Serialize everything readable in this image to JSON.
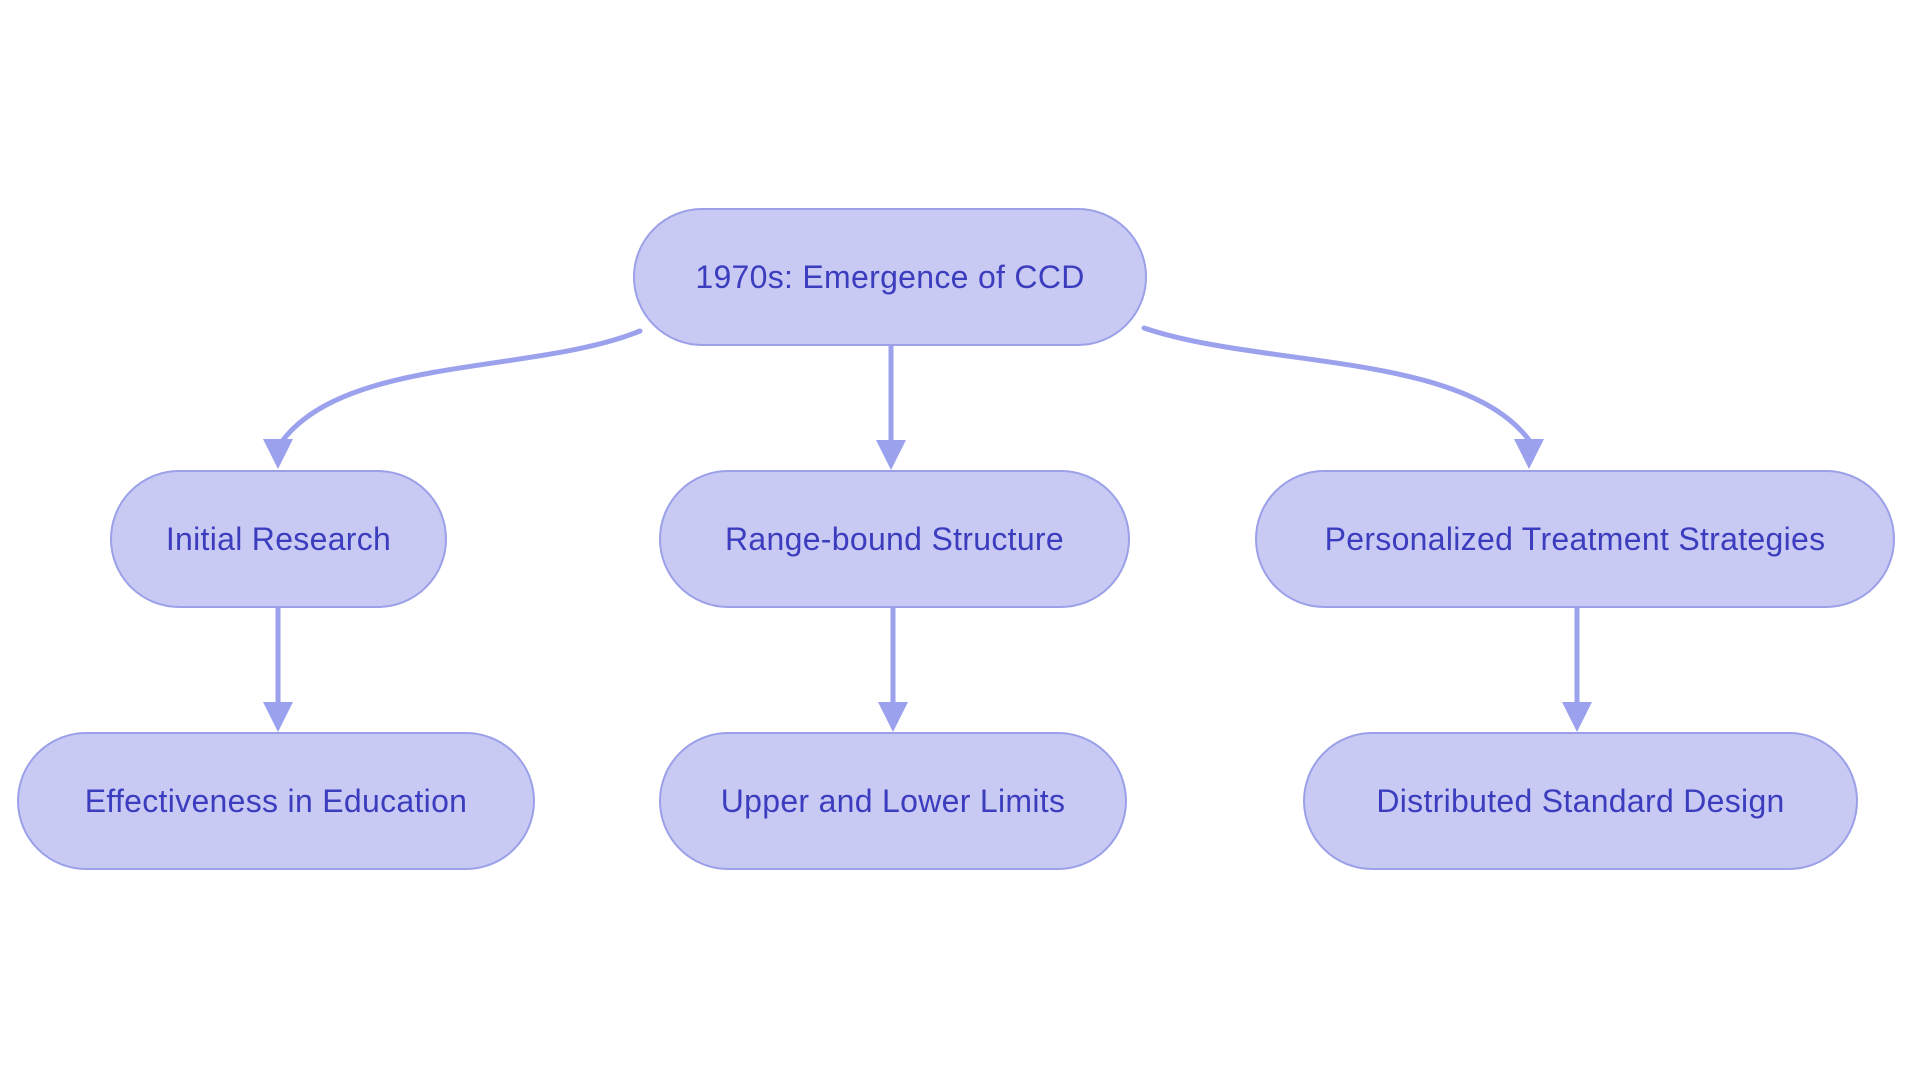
{
  "diagram": {
    "type": "flowchart",
    "direction": "top-down",
    "nodes": [
      {
        "id": "root",
        "label": "1970s: Emergence of CCD"
      },
      {
        "id": "initial-research",
        "label": "Initial Research"
      },
      {
        "id": "range-bound-structure",
        "label": "Range-bound Structure"
      },
      {
        "id": "personalized-treatment-strategies",
        "label": "Personalized Treatment Strategies"
      },
      {
        "id": "effectiveness-in-education",
        "label": "Effectiveness in Education"
      },
      {
        "id": "upper-and-lower-limits",
        "label": "Upper and Lower Limits"
      },
      {
        "id": "distributed-standard-design",
        "label": "Distributed Standard Design"
      }
    ],
    "edges": [
      {
        "from": "root",
        "to": "initial-research"
      },
      {
        "from": "root",
        "to": "range-bound-structure"
      },
      {
        "from": "root",
        "to": "personalized-treatment-strategies"
      },
      {
        "from": "initial-research",
        "to": "effectiveness-in-education"
      },
      {
        "from": "range-bound-structure",
        "to": "upper-and-lower-limits"
      },
      {
        "from": "personalized-treatment-strategies",
        "to": "distributed-standard-design"
      }
    ],
    "colors": {
      "node_fill": "#c8caf4",
      "node_border": "#9ba0e8",
      "edge": "#9ba1ed",
      "text": "#3c3dbe",
      "background": "#ffffff"
    }
  }
}
